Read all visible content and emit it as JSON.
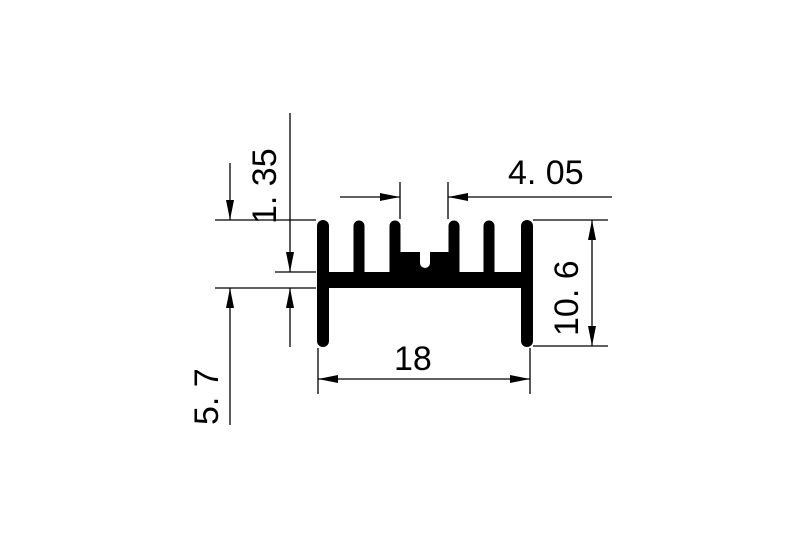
{
  "dimensions": {
    "top_fin_gap": "1. 35",
    "base_offset": "5. 7",
    "center_slot_width": "4. 05",
    "height": "10. 6",
    "width": "18"
  },
  "colors": {
    "line": "#000000",
    "background": "#ffffff"
  }
}
